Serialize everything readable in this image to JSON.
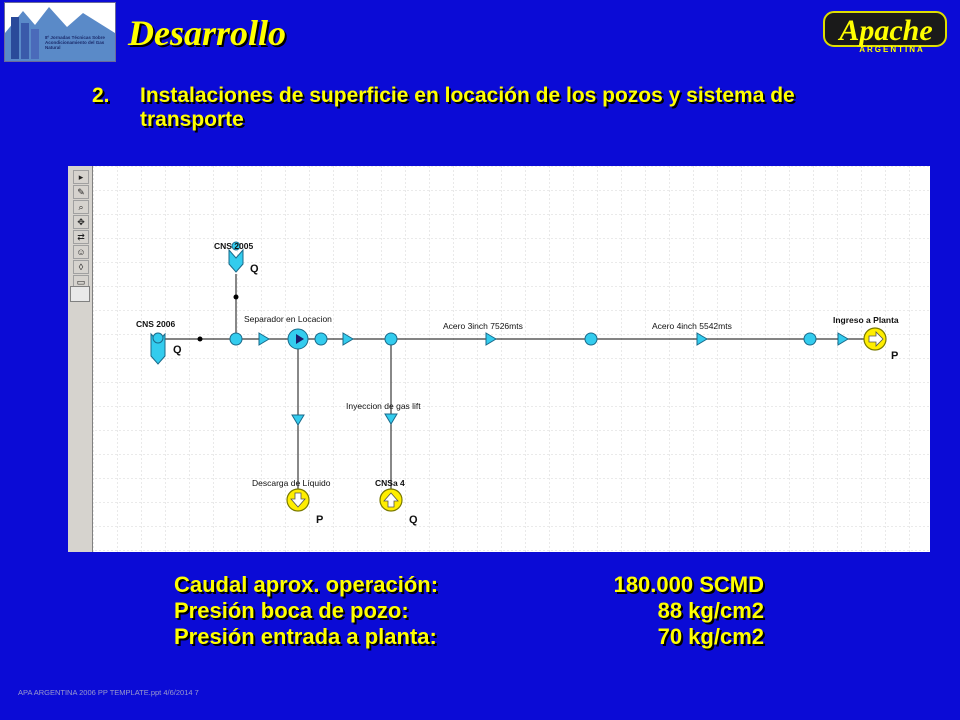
{
  "header": {
    "title": "Desarrollo",
    "left_logo_text": "8º Jornadas Técnicas Sobre Acondicionamiento del Gas Natural",
    "right_logo_name": "Apache",
    "right_logo_sub": "ARGENTINA"
  },
  "subtitle": {
    "number": "2.",
    "text": "Instalaciones de superficie en locación de los pozos y sistema de transporte"
  },
  "diagram": {
    "toolbar_icons": [
      "pointer-icon",
      "draw-icon",
      "zoom-icon",
      "move-icon",
      "link-icon",
      "person-icon",
      "bell-icon",
      "folder-icon"
    ],
    "labels": {
      "cns2005": "CNS 2005",
      "cns2006": "CNS 2006",
      "separator": "Separador en Locacion",
      "pipe1": "Acero 3inch 7526mts",
      "pipe2": "Acero 4inch 5542mts",
      "plant": "Ingreso a Planta",
      "gaslift": "Inyeccion de gas lift",
      "liquid": "Descarga de Líquido",
      "cnsa4": "CNSa 4"
    },
    "markers": {
      "q": "Q",
      "p": "P"
    }
  },
  "metrics": [
    {
      "label": "Caudal aprox. operación:",
      "value": "180.000 SCMD"
    },
    {
      "label": "Presión boca de pozo:",
      "value": "88 kg/cm2"
    },
    {
      "label": "Presión entrada a planta:",
      "value": "70 kg/cm2"
    }
  ],
  "footer": "APA ARGENTINA 2006 PP TEMPLATE.ppt   4/6/2014   7",
  "colors": {
    "background": "#0b0bd6",
    "title": "#ffff00",
    "node": "#33ccee",
    "source": "#ffee00",
    "pipe": "#3a3a3a"
  }
}
